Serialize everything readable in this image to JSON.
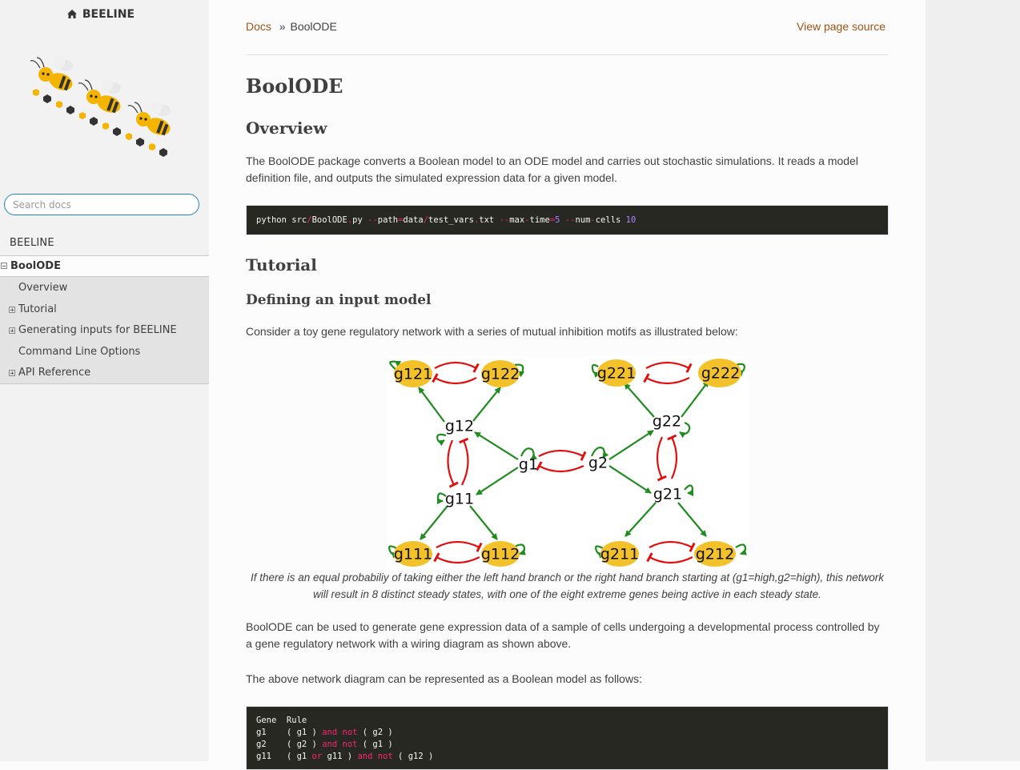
{
  "sidebar": {
    "brand": "BEELINE",
    "search_placeholder": "Search docs",
    "caption": "BEELINE",
    "current": "BoolODE",
    "items": [
      {
        "label": "Overview",
        "expandable": false
      },
      {
        "label": "Tutorial",
        "expandable": true
      },
      {
        "label": "Generating inputs for BEELINE",
        "expandable": true
      },
      {
        "label": "Command Line Options",
        "expandable": false
      },
      {
        "label": "API Reference",
        "expandable": true
      }
    ]
  },
  "breadcrumb": {
    "docs": "Docs",
    "separator": "»",
    "current": "BoolODE",
    "view_source": "View page source"
  },
  "content": {
    "title": "BoolODE",
    "overview_heading": "Overview",
    "overview_text": "The BoolODE package converts a Boolean model to an ODE model and carries out stochastic simulations. It reads a model definition file, and outputs the simulated expression data for a given model.",
    "tutorial_heading": "Tutorial",
    "defining_heading": "Defining an input model",
    "consider_text": "Consider a toy gene regulatory network with a series of mutual inhibition motifs as illustrated below:",
    "caption": "If there is an equal probabiliy of taking either the left hand branch or the right hand branch starting at (g1=high,g2=high), this network will result in 8 distinct steady states, with one of the eight extreme genes being active in each steady state.",
    "boolode_text": "BoolODE can be used to generate gene expression data of a sample of cells undergoing a developmental process controlled by a gene regulatory network with a wiring diagram as shown above.",
    "above_text": "The above network diagram can be represented as a Boolean model as follows:"
  },
  "command": {
    "prog": "python",
    "arg1a": " src",
    "arg1b": "/",
    "arg1c": "BoolODE",
    "arg1d": ".",
    "arg1e": "py ",
    "opt1": "--",
    "opt1name": "path",
    "eq1": "=",
    "val1a": "data",
    "val1b": "/",
    "val1c": "test_vars",
    "val1d": ".",
    "val1e": "txt ",
    "opt2": "--",
    "opt2name": "max",
    "dash2": "-",
    "opt2name2": "time",
    "eq2": "=",
    "num2": "5",
    "opt3": " --",
    "opt3name": "num",
    "dash3": "-",
    "opt3name2": "cells ",
    "num3": "10"
  },
  "rules_table": {
    "header": "Gene  Rule",
    "rows": [
      {
        "gene": "g1    ",
        "pre": "( g1 ) ",
        "op1": "and",
        "sp": " ",
        "op2": "not",
        "post": " ( g2 )"
      },
      {
        "gene": "g2    ",
        "pre": "( g2 ) ",
        "op1": "and",
        "sp": " ",
        "op2": "not",
        "post": " ( g1 )"
      },
      {
        "gene": "g11   ",
        "pre": "( g1 ",
        "op0": "or",
        "mid": " g11 ) ",
        "op1": "and",
        "sp": " ",
        "op2": "not",
        "post": " ( g12 )"
      }
    ]
  },
  "diagram": {
    "nodes": [
      {
        "id": "g121",
        "label": "g121",
        "leaf": true
      },
      {
        "id": "g122",
        "label": "g122",
        "leaf": true
      },
      {
        "id": "g221",
        "label": "g221",
        "leaf": true
      },
      {
        "id": "g222",
        "label": "g222",
        "leaf": true
      },
      {
        "id": "g12",
        "label": "g12",
        "leaf": false
      },
      {
        "id": "g22",
        "label": "g22",
        "leaf": false
      },
      {
        "id": "g1",
        "label": "g1",
        "leaf": false
      },
      {
        "id": "g2",
        "label": "g2",
        "leaf": false
      },
      {
        "id": "g11",
        "label": "g11",
        "leaf": false
      },
      {
        "id": "g21",
        "label": "g21",
        "leaf": false
      },
      {
        "id": "g111",
        "label": "g111",
        "leaf": true
      },
      {
        "id": "g112",
        "label": "g112",
        "leaf": true
      },
      {
        "id": "g211",
        "label": "g211",
        "leaf": true
      },
      {
        "id": "g212",
        "label": "g212",
        "leaf": true
      }
    ],
    "colors": {
      "activation": "#1e8c1e",
      "inhibition": "#e01010",
      "leaf_fill": "#f3c22a"
    }
  }
}
